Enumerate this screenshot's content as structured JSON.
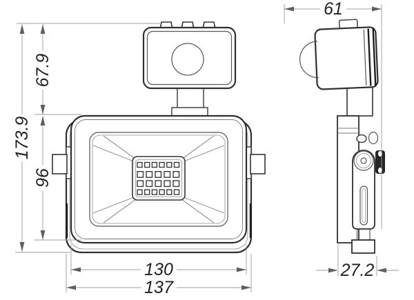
{
  "drawing": {
    "kind": "technical-dimension-drawing",
    "subject": "LED floodlight with PIR motion sensor, front view and side view"
  },
  "dimensions": {
    "total_height": "173.9",
    "sensor_height": "67.9",
    "body_height": "96",
    "lens_frame_width": "130",
    "body_width": "137",
    "side_width": "61",
    "body_depth": "27.2"
  },
  "led_grid": {
    "rows": [
      6,
      5,
      5,
      6
    ]
  },
  "colors": {
    "background": "#ffffff",
    "outline": "#2f2f2f",
    "thin_line": "#8c8c8c",
    "dimension_line": "#9c9c9c",
    "arrowhead": "#5f5f5f",
    "text": "#222222",
    "knob_dark": "#262626"
  }
}
